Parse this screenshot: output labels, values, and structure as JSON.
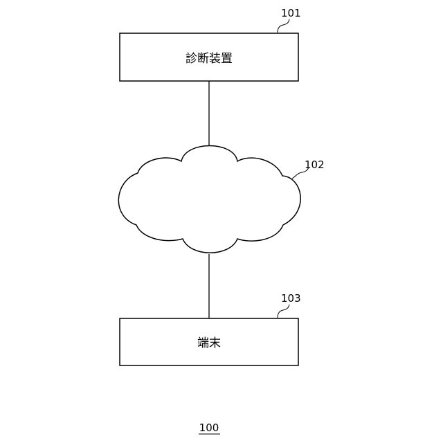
{
  "figure": {
    "label": "100"
  },
  "nodes": {
    "diagnostic_device": {
      "label": "診断装置",
      "ref": "101"
    },
    "network": {
      "ref": "102"
    },
    "terminal": {
      "label": "端末",
      "ref": "103"
    }
  }
}
